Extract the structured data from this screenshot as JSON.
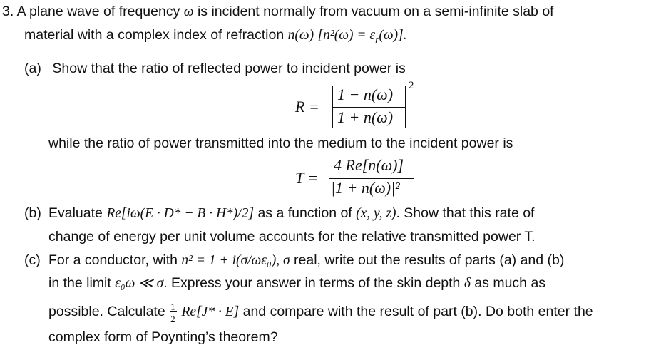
{
  "problem": {
    "number": "3.",
    "intro_line1_a": "A plane wave of frequency ",
    "intro_line1_b": " is incident normally from vacuum on a semi-infinite slab of",
    "omega": "ω",
    "intro_line2_a": "material with a complex index of refraction ",
    "n_omega": "n(ω)",
    "bracket_expr": "[n²(ω) = ε",
    "bracket_sub": "r",
    "bracket_end": "(ω)].",
    "part_a_label": "(a)",
    "part_a_text": "Show that the ratio of reflected power to incident power is",
    "R_lhs": "R =",
    "R_num": "1 − n(ω)",
    "R_den": "1 + n(ω)",
    "R_exp": "2",
    "transmit_text": "while the ratio of power transmitted into the medium to the incident power is",
    "T_lhs": "T =",
    "T_num": "4 Re[n(ω)]",
    "T_den": "|1 + n(ω)|²",
    "part_b_label": "(b)",
    "part_b_a": "Evaluate ",
    "part_b_expr": "Re[iω(E · D* − B · H*)/2]",
    "part_b_b": " as a function of ",
    "part_b_xyz": "(x, y, z)",
    "part_b_c": ". Show that this rate of",
    "part_b_line2": "change of energy per unit volume accounts for the relative transmitted power T.",
    "part_c_label": "(c)",
    "part_c_a": "For a conductor, with ",
    "part_c_expr": "n² = 1 + i(σ/ωε₀), σ",
    "part_c_b": " real, write out the results of parts (a) and (b)",
    "part_c_line2_a": "in the limit ",
    "part_c_limit": "ε₀ω ≪ σ",
    "part_c_line2_b": ". Express your answer in terms of the skin depth ",
    "delta": "δ",
    "part_c_line2_c": " as much as",
    "part_c_line3_a": "possible. Calculate ",
    "half_num": "1",
    "half_den": "2",
    "part_c_re": "Re[J* · E]",
    "part_c_line3_b": " and compare with the result of part (b). Do both enter the",
    "part_c_line4": "complex form of Poynting’s theorem?"
  }
}
